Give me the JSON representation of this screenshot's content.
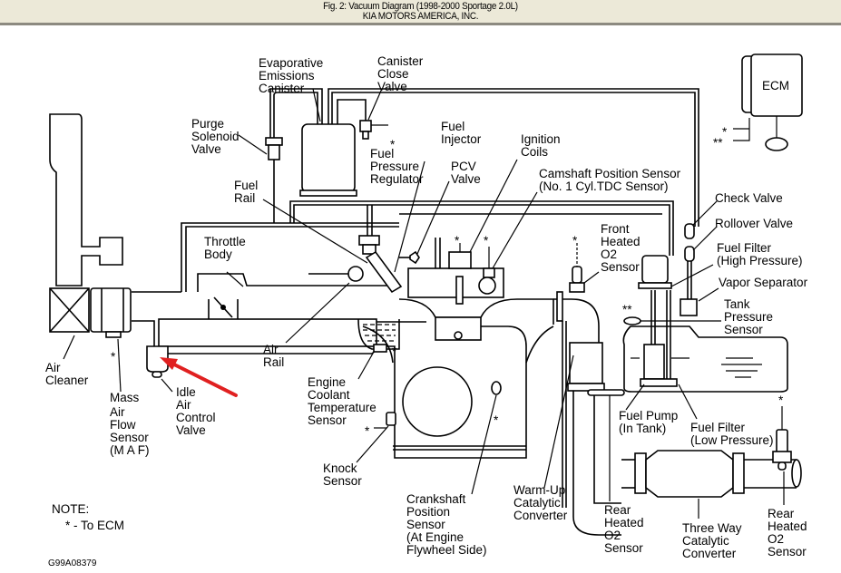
{
  "header": {
    "title": "Fig. 2: Vacuum Diagram (1998-2000 Sportage 2.0L)",
    "subtitle": "KIA MOTORS AMERICA, INC."
  },
  "labels": {
    "evap_canister": [
      "Evaporative",
      "Emissions",
      "Canister"
    ],
    "canister_close_valve": [
      "Canister",
      "Close",
      "Valve"
    ],
    "purge_solenoid_valve": [
      "Purge",
      "Solenoid",
      "Valve"
    ],
    "fuel_injector": [
      "Fuel",
      "Injector"
    ],
    "fuel_pressure_regulator": [
      "Fuel",
      "Pressure",
      "Regulator"
    ],
    "pcv_valve": [
      "PCV",
      "Valve"
    ],
    "ignition_coils": [
      "Ignition",
      "Coils"
    ],
    "camshaft_position_sensor": [
      "Camshaft Position Sensor",
      "(No. 1 Cyl.TDC Sensor)"
    ],
    "ecm": "ECM",
    "fuel_rail": [
      "Fuel",
      "Rail"
    ],
    "throttle_body": [
      "Throttle",
      "Body"
    ],
    "front_heated_o2": [
      "Front",
      "Heated",
      "O2",
      "Sensor"
    ],
    "check_valve": "Check Valve",
    "rollover_valve": "Rollover Valve",
    "fuel_filter_high": [
      "Fuel Filter",
      "(High Pressure)"
    ],
    "vapor_separator": "Vapor Separator",
    "tank_pressure_sensor": [
      "Tank",
      "Pressure",
      "Sensor"
    ],
    "air_rail": [
      "Air",
      "Rail"
    ],
    "air_cleaner": [
      "Air",
      "Cleaner"
    ],
    "maf": [
      "Mass",
      "Air",
      "Flow",
      "Sensor",
      "(M A F)"
    ],
    "iac": [
      "Idle",
      "Air",
      "Control",
      "Valve"
    ],
    "ect": [
      "Engine",
      "Coolant",
      "Temperature",
      "Sensor"
    ],
    "knock_sensor": [
      "Knock",
      "Sensor"
    ],
    "crankshaft_sensor": [
      "Crankshaft",
      "Position",
      "Sensor",
      "(At Engine",
      "Flywheel Side)"
    ],
    "warmup_cat": [
      "Warm-Up",
      "Catalytic",
      "Converter"
    ],
    "fuel_pump": [
      "Fuel Pump",
      "(In Tank)"
    ],
    "fuel_filter_low": [
      "Fuel Filter",
      "(Low Pressure)"
    ],
    "rear_o2_left": [
      "Rear",
      "Heated",
      "O2",
      "Sensor"
    ],
    "three_way_cat": [
      "Three Way",
      "Catalytic",
      "Converter"
    ],
    "rear_o2_right": [
      "Rear",
      "Heated",
      "O2",
      "Sensor"
    ]
  },
  "markers": {
    "single": "*",
    "double": "**"
  },
  "note": {
    "title": "NOTE:",
    "text": "* - To ECM"
  },
  "figure_id": "G99A08379",
  "annotation": {
    "arrow_color": "#e02020",
    "target": "Idle Air Control Valve"
  }
}
